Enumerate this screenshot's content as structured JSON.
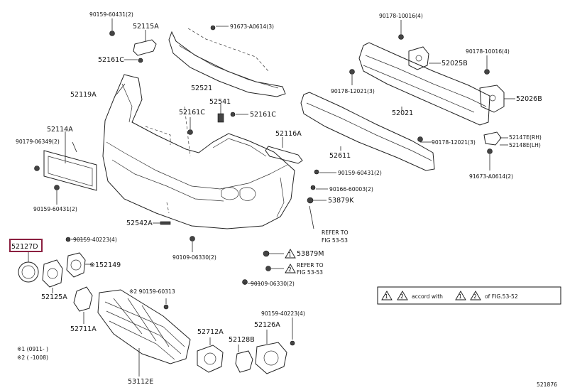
{
  "labels": {
    "p90159_60431_a": "90159-60431(2)",
    "p52115A": "52115A",
    "p91673_A0614_a": "91673-A0614(3)",
    "p90178_10016_a": "90178-10016(4)",
    "p90178_10016_b": "90178-10016(4)",
    "p52161C_a": "52161C",
    "p52521": "52521",
    "p52025B": "52025B",
    "p52119A": "52119A",
    "p90178_12021_a": "90178-12021(3)",
    "p52026B": "52026B",
    "p52541": "52541",
    "p52161C_b": "52161C",
    "p52161C_c": "52161C",
    "p52021": "52021",
    "p52114A": "52114A",
    "p52116A": "52116A",
    "p90179_06349": "90179-06349(2)",
    "p90178_12021_b": "90178-12021(3)",
    "p52147E": "52147E(RH)",
    "p52148E": "52148E(LH)",
    "p52611": "52611",
    "p90159_60431_b": "90159-60431(2)",
    "p91673_A0614_b": "91673-A0614(2)",
    "p90159_60431_c": "90159-60431(2)",
    "p90166_60003": "90166-60003(2)",
    "p53879K": "53879K",
    "p52542A": "52542A",
    "refer_a_1": "REFER TO",
    "refer_a_2": "FIG 53-53",
    "p52127D": "52127D",
    "p90159_40223_a": "90159-40223(4)",
    "p152149": "※152149",
    "p90109_06330_a": "90109-06330(2)",
    "p53879M": "53879M",
    "refer_b_1": "REFER TO",
    "refer_b_2": "FIG 53-53",
    "p90109_06330_b": "90109-06330(2)",
    "p52125A": "52125A",
    "p90159_60313": "※2 90159-60313",
    "legend_text_a": "accord with",
    "legend_text_b": "of FIG.53-52",
    "legend_sym_1": "1",
    "legend_sym_2": "2",
    "p52711A": "52711A",
    "p52712A": "52712A",
    "p52126A": "52126A",
    "p90159_40223_b": "90159-40223(4)",
    "p52128B": "52128B",
    "p53112E": "53112E",
    "note1": "※1 (0911-       )",
    "note2": "※2 (      -1008)",
    "fig_id": "521876"
  },
  "colors": {
    "line": "#222222",
    "highlight": "#8b2040"
  }
}
